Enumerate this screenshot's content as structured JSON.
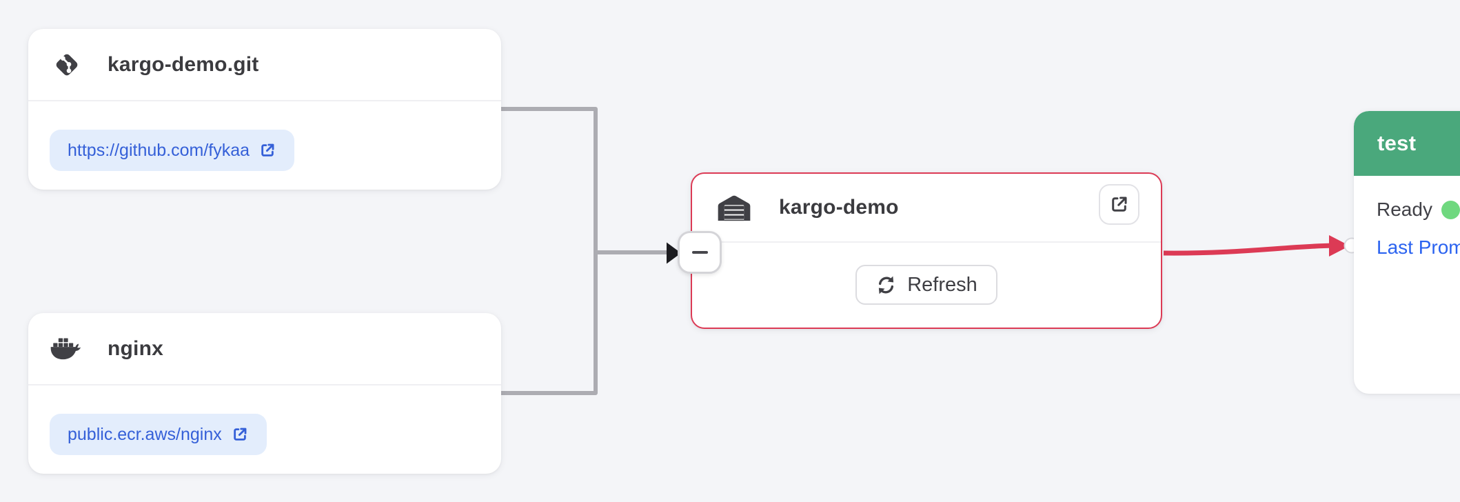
{
  "colors": {
    "background": "#f4f5f8",
    "edge_gray": "#acacb2",
    "accent_red": "#dc3a55",
    "stage_green": "#4aa87c",
    "status_dot_green": "#6fd87f",
    "pill_bg": "#e3edfc",
    "pill_blue": "#3560d8",
    "stage_link_blue": "#2b63f0",
    "ink": "#3e3e43"
  },
  "icons": {
    "git_repo": "git-icon",
    "image_repo": "docker-icon",
    "warehouse": "warehouse-icon",
    "external_link": "external-link-icon",
    "refresh": "refresh-icon",
    "collapse": "minus-icon",
    "stage_status": "status-dot"
  },
  "nodes": {
    "git_repo": {
      "title": "kargo-demo.git",
      "link_label": "https://github.com/fykaa"
    },
    "image_repo": {
      "title": "nginx",
      "link_label": "public.ecr.aws/nginx"
    },
    "warehouse": {
      "title": "kargo-demo",
      "refresh_label": "Refresh"
    },
    "stage": {
      "name": "test",
      "health_label": "Ready",
      "last_promotion_label": "Last Prom"
    }
  }
}
